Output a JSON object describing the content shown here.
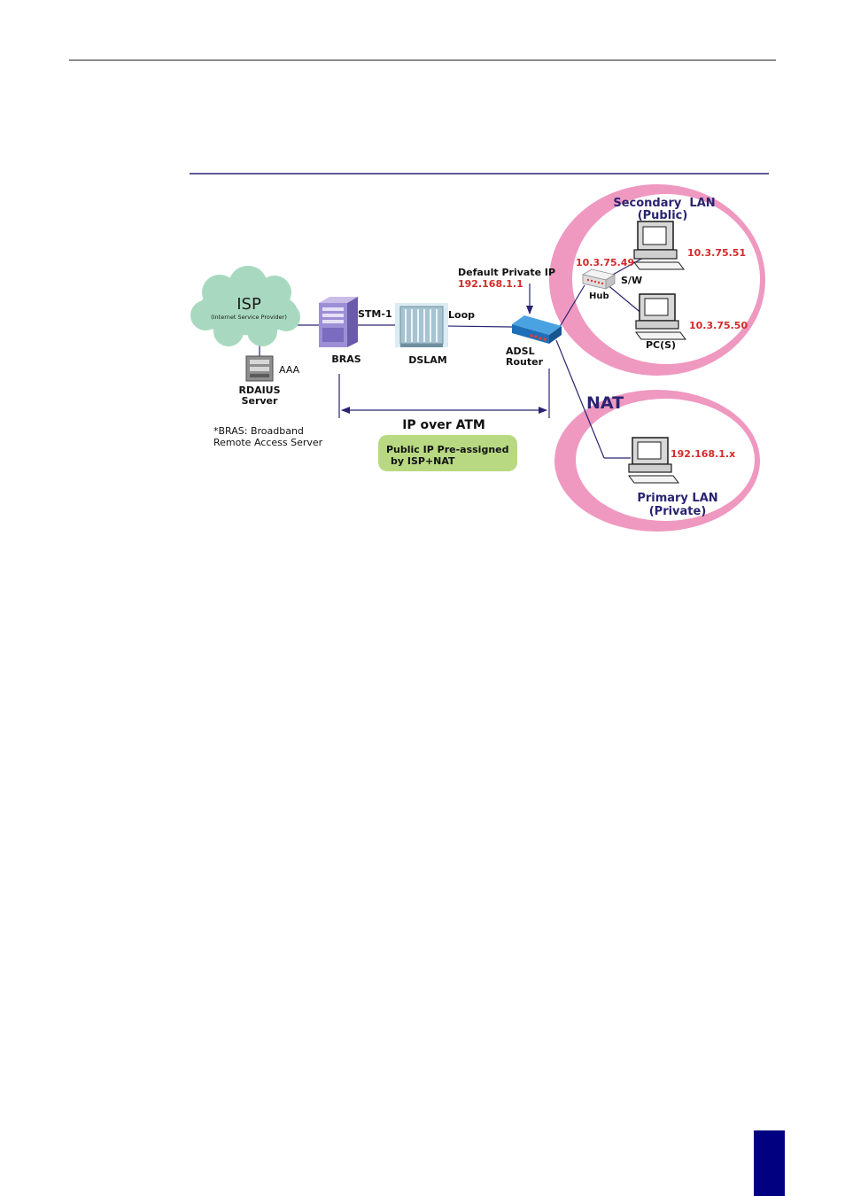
{
  "colors": {
    "rule": "#1a1a1a",
    "accent_navy": "#2a2470",
    "ip_red": "#d42a2a",
    "lan_pink": "#ef98c0",
    "cloud_green": "#a8d9c0",
    "badge_green": "#b8d982",
    "page_tab": "#000080"
  },
  "diagram": {
    "isp": {
      "title": "ISP",
      "subtitle": "(Internet Service Provider)"
    },
    "aaa_label": "AAA",
    "radius": {
      "line1": "RDAIUS",
      "line2": "Server"
    },
    "bras_footnote": {
      "line1": "*BRAS: Broadband",
      "line2": "Remote Access Server"
    },
    "bras_label": "BRAS",
    "stm1_label": "STM-1",
    "dslam_label": "DSLAM",
    "loop_label": "Loop",
    "adsl": {
      "line1": "ADSL",
      "line2": "Router"
    },
    "default_ip": {
      "label": "Default Private IP",
      "value": "192.168.1.1"
    },
    "ip_over_atm": "IP over ATM",
    "badge": {
      "line1": "Public IP Pre-assigned",
      "line2": "by ISP+NAT"
    },
    "nat_label": "NAT",
    "secondary_lan": {
      "line1": "Secondary  LAN",
      "line2": "(Public)"
    },
    "hub_ip": "10.3.75.49",
    "hub_label": "Hub",
    "switch_label": "S/W",
    "pc1_ip": "10.3.75.51",
    "pc2_ip": "10.3.75.50",
    "pcs_label": "PC(S)",
    "primary_lan": {
      "line1": "Primary LAN",
      "line2": "(Private)"
    },
    "primary_ip": "192.168.1.x"
  }
}
